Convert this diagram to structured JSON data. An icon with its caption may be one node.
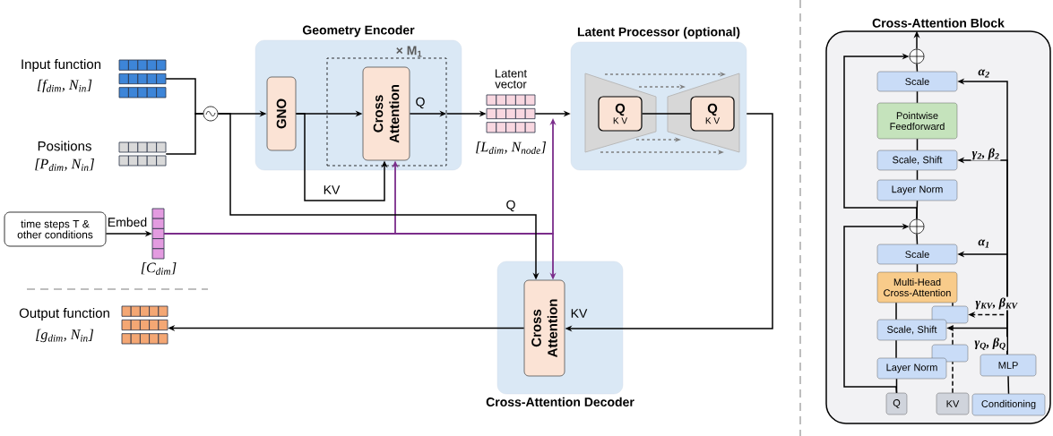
{
  "diagram": {
    "nodes": [
      {
        "text": [
          "Geometry Encoder"
        ]
      },
      {
        "text": [
          "× M$_{1}$"
        ],
        "in": 0
      },
      {
        "text": [
          "GNO"
        ],
        "in": 0
      },
      {
        "text": [
          "Cross Attention"
        ],
        "in": 1
      },
      {
        "text": [],
        "shape": "grid",
        "beside": [
          "Input function",
          "[f$_{dim}$, N$_{in}$]"
        ]
      },
      {
        "text": [],
        "shape": "grid",
        "beside": [
          "Positions",
          "[P$_{dim}$, N$_{in}$]"
        ]
      },
      {
        "text": [],
        "shape": "circle"
      },
      {
        "text": [
          "time steps T & other conditions"
        ]
      },
      {
        "text": [],
        "shape": "grid",
        "beside": [
          "[C$_{dim}$]"
        ]
      },
      {
        "text": [],
        "shape": "grid",
        "beside": [
          "Latent vector",
          "[L$_{dim}$, N$_{node}$]"
        ]
      },
      {
        "text": [
          "Latent Processor (optional)"
        ]
      },
      {
        "text": [
          "Q",
          "K V"
        ],
        "in": 10
      },
      {
        "text": [
          "Q",
          "K V"
        ],
        "in": 10
      },
      {
        "text": [
          "Cross-Attention Decoder"
        ]
      },
      {
        "text": [
          "Cross Attention"
        ],
        "in": 13
      },
      {
        "text": [],
        "shape": "grid",
        "beside": [
          "Output function",
          "[g$_{dim}$, N$_{in}$]"
        ]
      },
      {
        "text": [
          "Cross-Attention Block"
        ]
      },
      {
        "text": [],
        "shape": "circle",
        "in": 16
      },
      {
        "text": [
          "Scale"
        ],
        "in": 16
      },
      {
        "text": [
          "Pointwise Feedforward"
        ],
        "in": 16
      },
      {
        "text": [
          "Scale, Shift"
        ],
        "in": 16
      },
      {
        "text": [
          "Layer Norm"
        ],
        "in": 16
      },
      {
        "text": [],
        "shape": "circle",
        "in": 16
      },
      {
        "text": [
          "Scale"
        ],
        "in": 16
      },
      {
        "text": [
          "Multi-Head Cross-Attention"
        ],
        "in": 16
      },
      {
        "text": [],
        "shape": "box",
        "in": 16
      },
      {
        "text": [
          "Scale, Shift"
        ],
        "in": 16
      },
      {
        "text": [],
        "shape": "box",
        "in": 16
      },
      {
        "text": [
          "Layer Norm"
        ],
        "in": 16
      },
      {
        "text": [
          "Q"
        ],
        "in": 16
      },
      {
        "text": [
          "KV"
        ],
        "in": 16
      },
      {
        "text": [
          "MLP"
        ],
        "in": 16
      },
      {
        "text": [
          "Conditioning"
        ],
        "in": 16
      }
    ],
    "edges": [
      {
        "from": 4,
        "to": 6,
        "arrow": "none"
      },
      {
        "from": 5,
        "to": 6,
        "arrow": "none"
      },
      {
        "from": 6,
        "to": 2,
        "arrow": "to"
      },
      {
        "from": 2,
        "to": 3,
        "arrow": "to"
      },
      {
        "from": 2,
        "to": 3,
        "arrow": "to",
        "label": "KV"
      },
      {
        "from": 3,
        "to": 1,
        "arrow": "to",
        "label": "Q"
      },
      {
        "from": 1,
        "to": 9,
        "arrow": "to"
      },
      {
        "from": 9,
        "to": 10,
        "arrow": "to"
      },
      {
        "from": 11,
        "to": 12,
        "arrow": "none"
      },
      {
        "from": 7,
        "to": 8,
        "arrow": "to",
        "label": "Embed"
      },
      {
        "from": 8,
        "to": 3,
        "arrow": "to",
        "color": "#7b2d8b"
      },
      {
        "from": 8,
        "to": 9,
        "arrow": "to",
        "color": "#7b2d8b"
      },
      {
        "from": 8,
        "to": 14,
        "arrow": "to",
        "color": "#7b2d8b"
      },
      {
        "from": 6,
        "to": 14,
        "arrow": "to",
        "label": "Q"
      },
      {
        "from": 10,
        "to": 14,
        "arrow": "to",
        "label": "KV"
      },
      {
        "from": 14,
        "to": 15,
        "arrow": "to"
      },
      {
        "from": 29,
        "to": 28,
        "arrow": "none"
      },
      {
        "from": 28,
        "to": 26,
        "arrow": "none"
      },
      {
        "from": 26,
        "to": 24,
        "arrow": "none"
      },
      {
        "from": 24,
        "to": 23,
        "arrow": "none"
      },
      {
        "from": 23,
        "to": 22,
        "arrow": "none"
      },
      {
        "from": 22,
        "to": 21,
        "arrow": "none"
      },
      {
        "from": 21,
        "to": 20,
        "arrow": "none"
      },
      {
        "from": 20,
        "to": 19,
        "arrow": "none"
      },
      {
        "from": 19,
        "to": 18,
        "arrow": "none"
      },
      {
        "from": 18,
        "to": 17,
        "arrow": "none"
      },
      {
        "from": 17,
        "to": null,
        "arrow": "to"
      },
      {
        "from": 29,
        "to": 22,
        "arrow": "to"
      },
      {
        "from": 22,
        "to": 17,
        "arrow": "to"
      },
      {
        "from": 30,
        "to": 27,
        "arrow": "none",
        "style": "dashed"
      },
      {
        "from": 27,
        "to": 25,
        "arrow": "none",
        "style": "dashed"
      },
      {
        "from": 25,
        "to": 24,
        "arrow": "none",
        "style": "dashed"
      },
      {
        "from": 32,
        "to": 31,
        "arrow": "none"
      },
      {
        "from": 31,
        "to": 23,
        "arrow": "to",
        "label": "α$_{1}$"
      },
      {
        "from": 31,
        "to": 25,
        "arrow": "to",
        "style": "dashed",
        "label": "γ$_{KV}$, β$_{KV}$"
      },
      {
        "from": 31,
        "to": 26,
        "arrow": "to",
        "label": "γ$_{Q}$, β$_{Q}$"
      },
      {
        "from": 31,
        "to": 20,
        "arrow": "to",
        "label": "γ$_{2}$, β$_{2}$"
      },
      {
        "from": 31,
        "to": 18,
        "arrow": "to",
        "label": "α$_{2}$"
      }
    ]
  }
}
